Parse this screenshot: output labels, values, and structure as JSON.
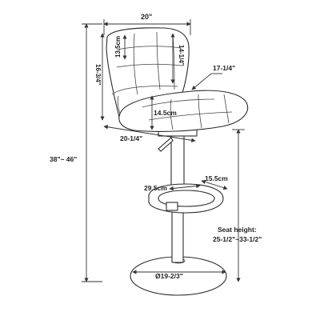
{
  "diagram": {
    "colors": {
      "line": "#2a2a2a",
      "text": "#222222",
      "background": "#ffffff"
    },
    "dimensions": {
      "back_width": "20\"",
      "backrest_depth": "13.5cm",
      "backrest_height_cm": "14-1/4\"",
      "seat_width_top": "17-1/4\"",
      "backrest_height": "16-3/4\"",
      "seat_thickness": "14.5cm",
      "seat_depth": "20-1/4\"",
      "overall_height": "38\"~ 46\"",
      "footrest_height": "15.5cm",
      "footrest_depth": "29.5cm",
      "seat_height_label": "Seat height:",
      "seat_height_value": "25-1/2\"~33-1/2\"",
      "base_diameter": "Ø19-2/3\""
    }
  }
}
